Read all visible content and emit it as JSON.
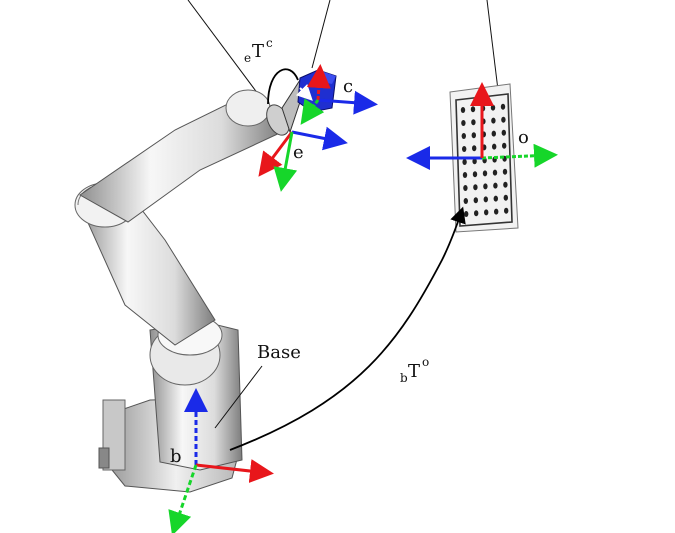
{
  "labels": {
    "eTc_sub": "e",
    "eTc_main": "T",
    "eTc_sup": "c",
    "camera": "c",
    "endeffector": "e",
    "object": "o",
    "base_text": "Base",
    "bTo_sub": "b",
    "bTo_main": "T",
    "bTo_sup": "o",
    "base_frame": "b"
  },
  "colors": {
    "x_axis": "#e8161b",
    "y_axis": "#16d62a",
    "z_axis": "#1a2ae8",
    "robot_light": "#f4f4f4",
    "robot_dark": "#9a9a9a",
    "camera_body": "#1f2fd0",
    "board": "#f2f2f2"
  }
}
